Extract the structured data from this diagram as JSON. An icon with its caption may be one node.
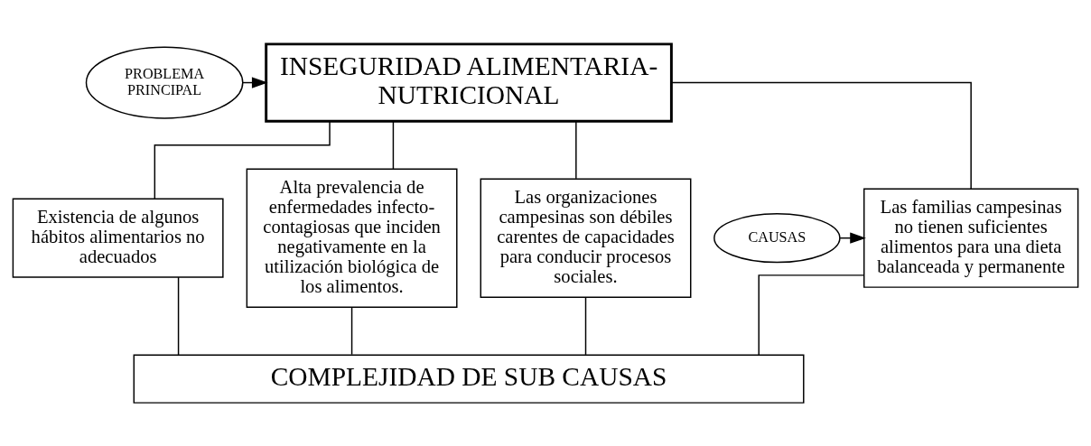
{
  "diagram": {
    "nodes": [
      {
        "text": [
          "PROBLEMA PRINCIPAL"
        ]
      },
      {
        "text": [
          "INSEGURIDAD ALIMENTARIA- NUTRICIONAL"
        ]
      },
      {
        "text": [
          "CAUSAS"
        ]
      },
      {
        "text": [
          "Las familias campesinas no tienen suficientes alimentos para una dieta balanceada y permanente"
        ]
      },
      {
        "text": [
          "Existencia de algunos hábitos alimentarios no adecuados"
        ]
      },
      {
        "text": [
          "Alta prevalencia de enfermedades infecto- contagiosas que inciden negativamente en la utilización biológica de los alimentos."
        ]
      },
      {
        "text": [
          "Las organizaciones campesinas son débiles carentes de capacidades para conducir procesos sociales."
        ]
      },
      {
        "text": [
          "COMPLEJIDAD DE SUB CAUSAS"
        ]
      }
    ],
    "edges": [
      {
        "from": 0,
        "to": 1,
        "arrow": "to"
      },
      {
        "from": 2,
        "to": 3,
        "arrow": "to"
      },
      {
        "from": 1,
        "to": 3,
        "arrow": "none"
      },
      {
        "from": 1,
        "to": 4,
        "arrow": "none"
      },
      {
        "from": 1,
        "to": 5,
        "arrow": "none"
      },
      {
        "from": 1,
        "to": 6,
        "arrow": "none"
      },
      {
        "from": 3,
        "to": 7,
        "arrow": "none"
      },
      {
        "from": 4,
        "to": 7,
        "arrow": "none"
      },
      {
        "from": 5,
        "to": 7,
        "arrow": "none"
      },
      {
        "from": 6,
        "to": 7,
        "arrow": "none"
      }
    ]
  }
}
